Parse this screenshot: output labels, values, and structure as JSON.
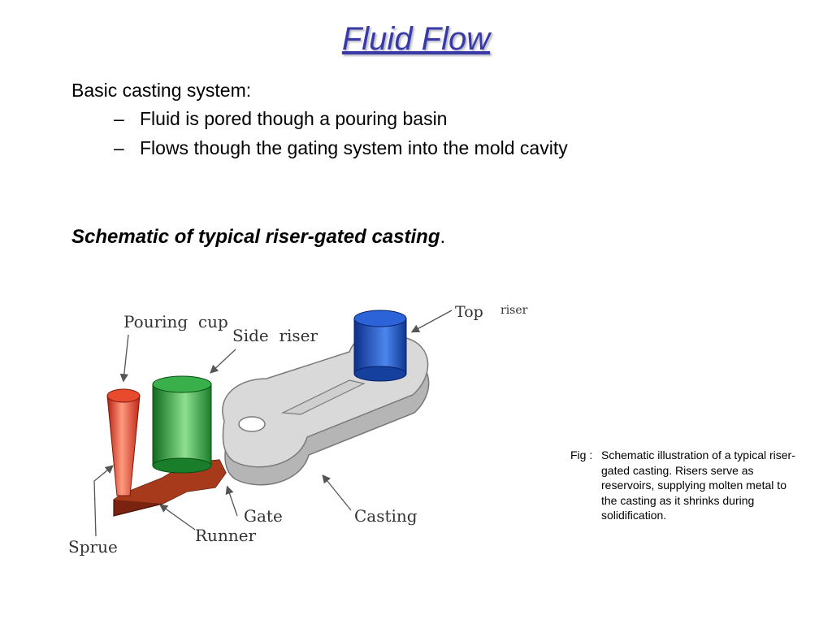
{
  "slide": {
    "title": "Fluid Flow",
    "intro": "Basic casting system:",
    "bullets": [
      "Fluid is pored though a pouring basin",
      "Flows though the gating system into the mold cavity"
    ],
    "bullet_marker": "–",
    "schematic_caption": "Schematic of typical riser-gated casting",
    "schematic_caption_end": "."
  },
  "figure": {
    "labels": {
      "pouring_cup": "Pouring  cup",
      "side_riser": "Side  riser",
      "top": "Top",
      "riser": "riser",
      "sprue": "Sprue",
      "runner": "Runner",
      "gate": "Gate",
      "casting": "Casting"
    },
    "colors": {
      "sprue": "#e8432c",
      "side_riser": "#22a337",
      "top_riser": "#1d4fc4",
      "runner": "#8a2a12",
      "casting": "#c9c9c9",
      "title": "#3a3aa6"
    }
  },
  "fig_caption": {
    "prefix": "Fig :",
    "text": "Schematic illustration of a typical riser-gated casting. Risers serve as reservoirs, supplying molten metal to the casting as it shrinks during solidification."
  }
}
